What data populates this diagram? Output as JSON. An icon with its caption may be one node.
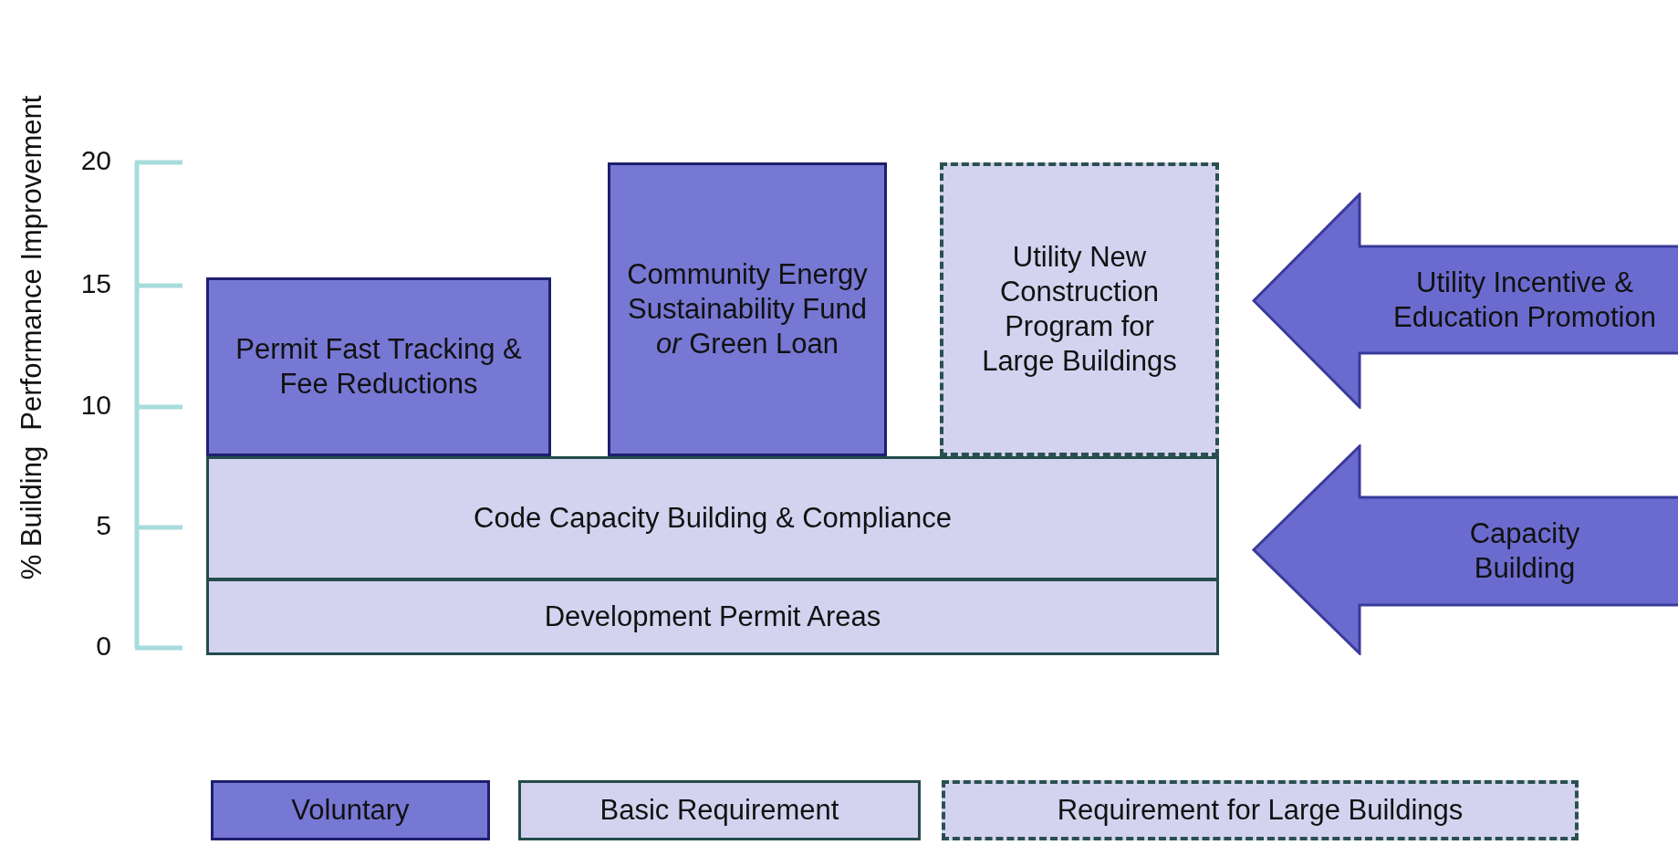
{
  "diagram": {
    "nodes": [
      {
        "text": [
          "Permit Fast Tracking & Fee Reductions"
        ]
      },
      {
        "text": [
          "Community Energy Sustainability Fund *or* Green Loan"
        ]
      },
      {
        "text": [
          "Utility New Construction Program for Large Buildings"
        ]
      },
      {
        "text": [
          "Utility Incentive & Education Promotion"
        ]
      },
      {
        "text": [
          "Code Capacity Building & Compliance"
        ]
      },
      {
        "text": [
          "Capacity Building"
        ]
      },
      {
        "text": [
          "Development Permit Areas"
        ]
      }
    ],
    "labels": [
      "% Building  Performance Improvement",
      "20",
      "15",
      "10",
      "5",
      "0"
    ],
    "legend": [
      {
        "text": "Voluntary"
      },
      {
        "text": "Basic Requirement"
      },
      {
        "text": "Requirement for Large Buildings"
      }
    ]
  }
}
